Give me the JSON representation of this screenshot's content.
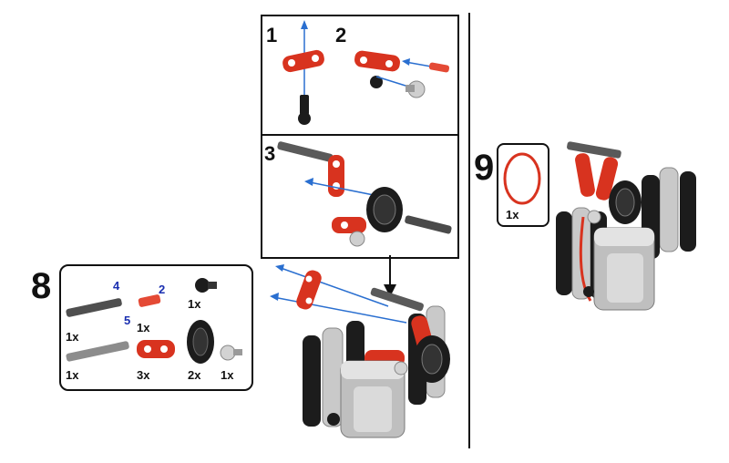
{
  "substeps": [
    {
      "num": "1"
    },
    {
      "num": "2"
    },
    {
      "num": "3"
    }
  ],
  "step8": {
    "num": "8",
    "parts": [
      {
        "qty": "1x",
        "length": "4",
        "icon": "dark-gray-axle"
      },
      {
        "qty": "1x",
        "length": "2",
        "icon": "red-axle-2"
      },
      {
        "qty": "1x",
        "icon": "black-pin-with-bush"
      },
      {
        "qty": "1x",
        "length": "5",
        "icon": "gray-axle-5"
      },
      {
        "qty": "3x",
        "icon": "red-cross-block"
      },
      {
        "qty": "2x",
        "icon": "black-wedge-belt-wheel"
      },
      {
        "qty": "1x",
        "icon": "gray-ball-joint"
      }
    ]
  },
  "step9": {
    "num": "9",
    "parts": [
      {
        "qty": "1x",
        "icon": "red-rubber-band"
      }
    ]
  },
  "colors": {
    "brick_red": "#d8331f",
    "dark_gray": "#3a3a3a",
    "light_gray": "#c9c9c9",
    "arrow_blue": "#2a6fd0",
    "callout_border": "#111111",
    "length_label_blue": "#1a2fb0"
  }
}
